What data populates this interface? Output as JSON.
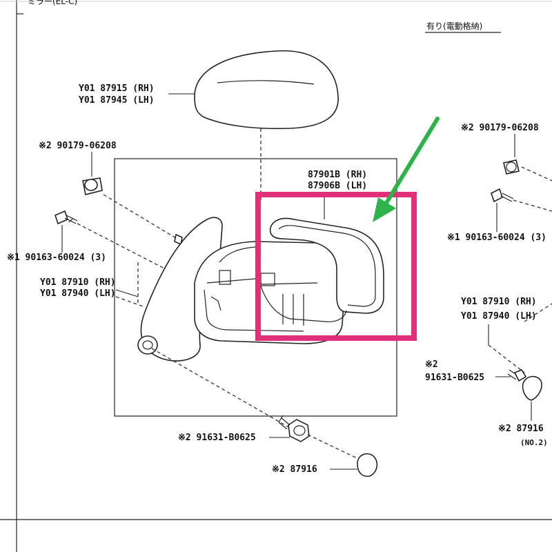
{
  "header": {
    "cut_title": "ミラー(EL-C)",
    "option_note": "有り(電動格納)"
  },
  "labels": {
    "cover_rh": "Y01 87915 (RH)",
    "cover_lh": "Y01 87945 (LH)",
    "nut_left": "※2 90179-06208",
    "nut_right": "※2 90179-06208",
    "screw_left": "※1 90163-60024 (3)",
    "screw_right": "※1 90163-60024 (3)",
    "housing_left_rh": "Y01 87910 (RH)",
    "housing_left_lh": "Y01 87940 (LH)",
    "housing_right_rh": "Y01 87910 (RH)",
    "housing_right_lh": "Y01 87940 (LH)",
    "frame_rh": "87901B (RH)",
    "frame_lh": "87906B (LH)",
    "bolt_bottom": "※2 91631-B0625",
    "bolt_right_mark": "※2",
    "bolt_right_num": "91631-B0625",
    "cap_bottom": "※2 87916",
    "cap_right": "※2 87916",
    "cap_right_sub": "(NO.2)"
  },
  "highlight": {
    "box_color": "#e0307a",
    "arrow_color": "#2db34a"
  }
}
